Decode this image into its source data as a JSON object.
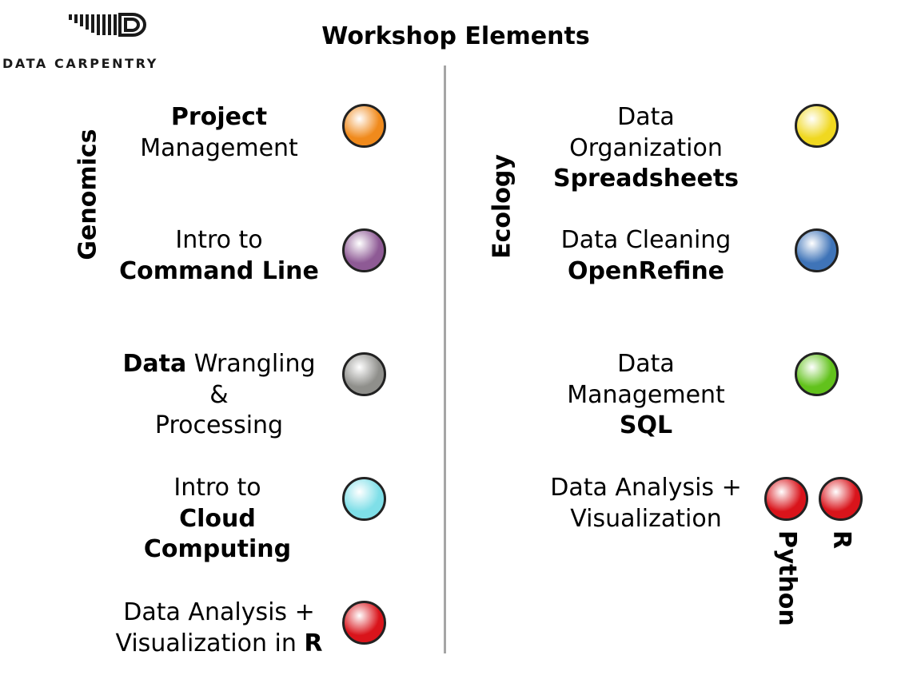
{
  "logo": {
    "text": "DATA CARPENTRY"
  },
  "title": "Workshop Elements",
  "genomics": {
    "label": "Genomics",
    "items": [
      {
        "line1_bold": "Project",
        "line2": "Management",
        "color": "#f08a1c"
      },
      {
        "line1": "Intro to",
        "line2_bold": "Command Line",
        "color": "#8e5a95"
      },
      {
        "line1_bold": "Data",
        "line1_rest": " Wrangling",
        "line2": "&",
        "line3": "Processing",
        "color": "#8f8f8b"
      },
      {
        "line1": "Intro to",
        "line2_bold": "Cloud",
        "line3_bold": "Computing",
        "color": "#7fdfe8"
      },
      {
        "line1": "Data Analysis +",
        "line2": "Visualization in ",
        "line2_bold": "R",
        "color": "#d9141b"
      }
    ]
  },
  "ecology": {
    "label": "Ecology",
    "items": [
      {
        "line1": "Data",
        "line2": "Organization",
        "line3_bold": "Spreadsheets",
        "color": "#f0d820"
      },
      {
        "line1": "Data Cleaning",
        "line2_bold": "OpenRefine",
        "color": "#3f74b8"
      },
      {
        "line1": "Data",
        "line2": "Management",
        "line3_bold": "SQL",
        "color": "#62c21c"
      },
      {
        "line1": "Data Analysis +",
        "line2": "Visualization",
        "color": "#d9141b"
      }
    ],
    "tech": {
      "python": "Python",
      "r": "R"
    }
  }
}
